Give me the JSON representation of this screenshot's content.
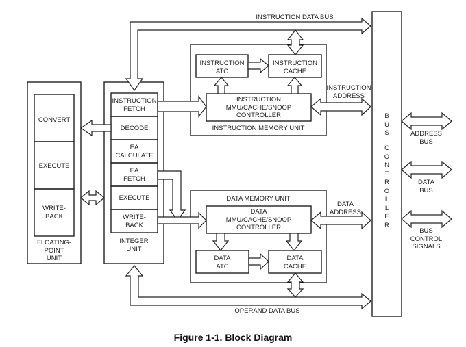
{
  "caption": "Figure 1-1. Block Diagram",
  "fpu": {
    "title": "FLOATING-\nPOINT\nUNIT",
    "stages": [
      "CONVERT",
      "EXECUTE",
      "WRITE-\nBACK"
    ]
  },
  "integer_unit": {
    "title": "INTEGER\nUNIT",
    "stages": [
      "INSTRUCTION\nFETCH",
      "DECODE",
      "EA\nCALCULATE",
      "EA\nFETCH",
      "EXECUTE",
      "WRITE-\nBACK"
    ]
  },
  "instruction_memory_unit": {
    "title": "INSTRUCTION MEMORY UNIT",
    "atc": "INSTRUCTION\nATC",
    "cache": "INSTRUCTION\nCACHE",
    "controller": "INSTRUCTION\nMMU/CACHE/SNOOP\nCONTROLLER"
  },
  "data_memory_unit": {
    "title": "DATA MEMORY UNIT",
    "atc": "DATA\nATC",
    "cache": "DATA\nCACHE",
    "controller": "DATA\nMMU/CACHE/SNOOP\nCONTROLLER"
  },
  "buses": {
    "instruction_data_bus": "INSTRUCTION DATA BUS",
    "operand_data_bus": "OPERAND DATA BUS",
    "instruction_address": "INSTRUCTION\nADDRESS",
    "data_address": "DATA\nADDRESS"
  },
  "bus_controller": {
    "label_line1": "B\nU\nS",
    "label_line2": "C\nO\nN\nT\nR\nO\nL\nL\nE\nR"
  },
  "external": {
    "address_bus": "ADDRESS\nBUS",
    "data_bus": "DATA\nBUS",
    "bus_control_signals": "BUS\nCONTROL\nSIGNALS"
  }
}
